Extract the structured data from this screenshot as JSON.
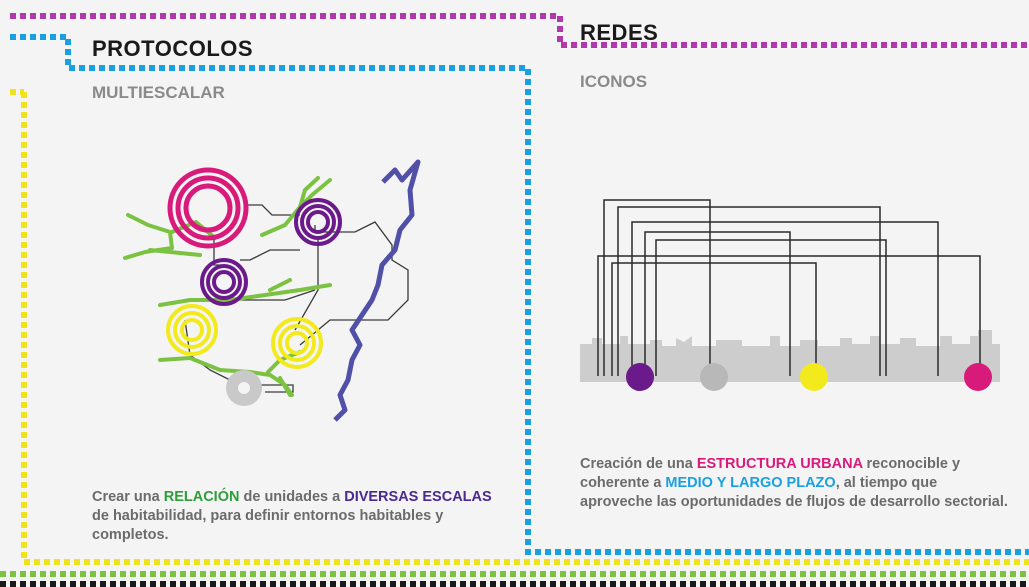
{
  "left": {
    "title": "PROTOCOLOS",
    "subtitle": "MULTIESCALAR",
    "para": {
      "p1": "Crear una ",
      "h1": "RELACIÓN",
      "p2": " de unidades a ",
      "h2": "DIVERSAS ESCALAS",
      "p3": " de habitabilidad, para definir entornos habitables y completos."
    }
  },
  "right": {
    "title": "REDES",
    "subtitle": "ICONOS",
    "para": {
      "p1": "Creación de una ",
      "h1": "ESTRUCTURA URBANA",
      "p2": " reconocible y coherente a ",
      "h2": "MEDIO Y LARGO PLAZO",
      "p3": ", al tiempo que aproveche las oportunidades de flujos de desarrollo sectorial."
    }
  },
  "colors": {
    "magenta": "#d81b7a",
    "purple": "#6a1a8a",
    "yellow": "#f2ea1c",
    "gray": "#c9c9c9",
    "blue": "#1aa0e0",
    "green": "#7cc242",
    "border_purple": "#b03aa9",
    "border_yellow": "#f0e31a",
    "border_green": "#7cc242",
    "river": "#5050a8"
  }
}
